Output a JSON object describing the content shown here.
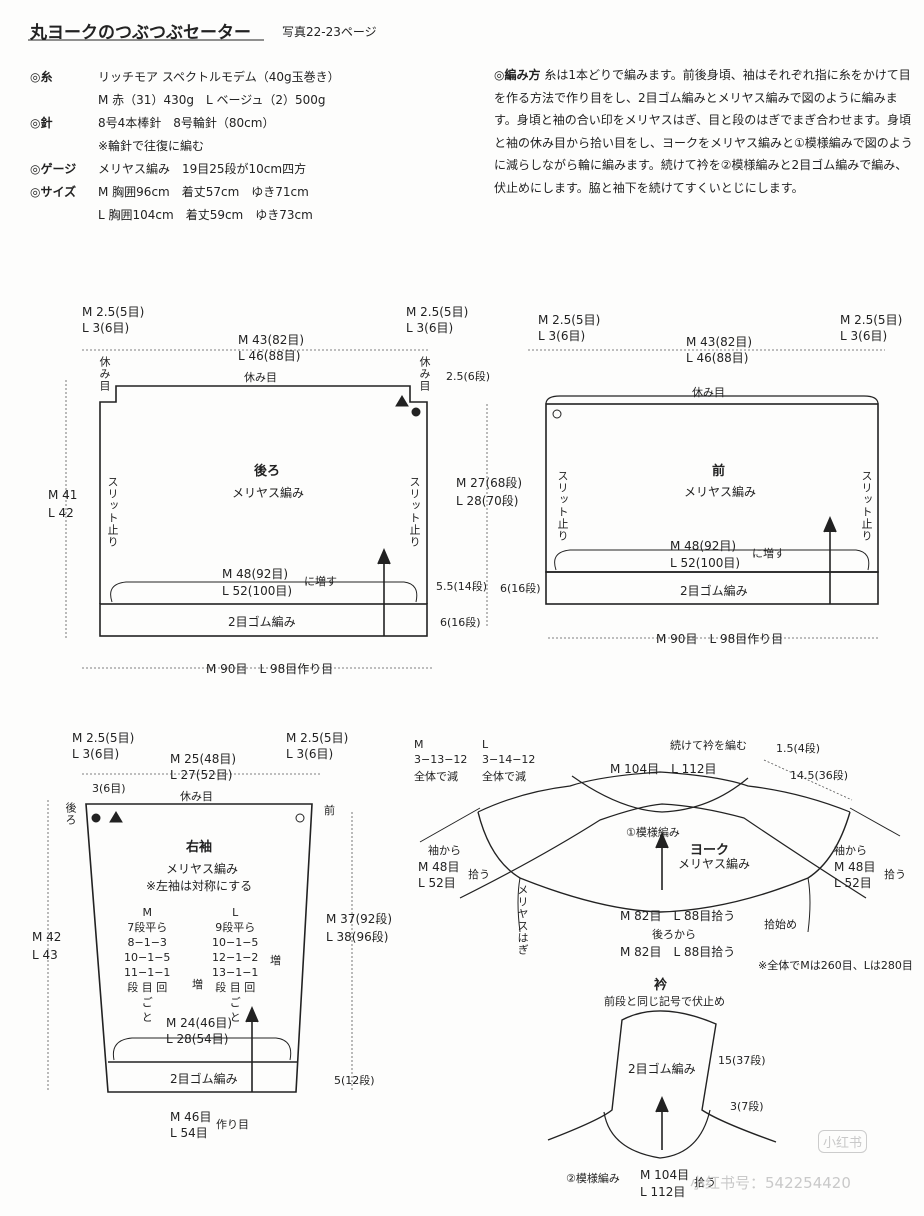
{
  "header": {
    "title": "丸ヨークのつぶつぶセーター",
    "page_ref": "写真22-23ページ"
  },
  "specs": [
    {
      "key": "◎糸",
      "lines": [
        "リッチモア スペクトルモデム（40g玉巻き）",
        "M 赤（31）430g　L ベージュ（2）500g"
      ]
    },
    {
      "key": "◎針",
      "lines": [
        "8号4本棒針　8号輪針（80cm）",
        "※輪針で往復に編む"
      ]
    },
    {
      "key": "◎ゲージ",
      "lines": [
        "メリヤス編み　19目25段が10cm四方"
      ]
    },
    {
      "key": "◎サイズ",
      "lines": [
        "M 胸囲96cm　着丈57cm　ゆき71cm",
        "L 胸囲104cm　着丈59cm　ゆき73cm"
      ]
    }
  ],
  "method": {
    "heading": "◎編み方",
    "text": "糸は1本どりで編みます。前後身頃、袖はそれぞれ指に糸をかけて目を作る方法で作り目をし、2目ゴム編みとメリヤス編みで図のように編みます。身頃と袖の合い印をメリヤスはぎ、目と段のはぎでまぎ合わせます。身頃と袖の休み目から拾い目をし、ヨークをメリヤス編みと①模様編みで図のように減らしながら輪に編みます。続けて衿を②模様編みと2目ゴム編みで編み、伏止めにします。脇と袖下を続けてすくいとじにします。"
  },
  "back": {
    "title": "後ろ",
    "stitch": "メリヤス編み",
    "tl_m": "M 2.5(5目)",
    "tl_l": "L  3(6目)",
    "tr_m": "M 2.5(5目)",
    "tr_l": "L  3(6目)",
    "w_m": "M 43(82目)",
    "w_l": "L  46(88目)",
    "rest_left": "休み目",
    "rest_top": "休み目",
    "rest_right": "休み目",
    "h_m": "M 41",
    "h_l": "L  42",
    "slit_l": "スリット止り",
    "slit_r": "スリット止り",
    "inc_m": "M 48(92目)",
    "inc_l": "L  52(100目)",
    "inc_word": "に増す",
    "rib": "2目ゴム編み",
    "bot": "M 90目　L 98目作り目",
    "r1": "2.5(6段)",
    "r2_m": "M 27(68段)",
    "r2_l": "L  28(70段)",
    "r3": "5.5(14段)",
    "r4": "6(16段)"
  },
  "front": {
    "title": "前",
    "stitch": "メリヤス編み",
    "tl_m": "M 2.5(5目)",
    "tl_l": "L  3(6目)",
    "tr_m": "M 2.5(5目)",
    "tr_l": "L  3(6目)",
    "w_m": "M 43(82目)",
    "w_l": "L  46(88目)",
    "rest_top": "休み目",
    "slit_l": "スリット止り",
    "slit_r": "スリット止り",
    "inc_m": "M 48(92目)",
    "inc_l": "L  52(100目)",
    "inc_word": "に増す",
    "rib": "2目ゴム編み",
    "side": "6(16段)",
    "bot": "M 90目　L 98目作り目"
  },
  "sleeve": {
    "title": "右袖",
    "stitch": "メリヤス編み",
    "note": "※左袖は対称にする",
    "tl_m": "M 2.5(5目)",
    "tl_l": "L  3(6目)",
    "tr_m": "M 2.5(5目)",
    "tr_l": "L  3(6目)",
    "w_m": "M 25(48目)",
    "w_l": "L  27(52目)",
    "small": "3(6目)",
    "rest_top": "休み目",
    "back_label": "後ろ",
    "front_label": "前",
    "h_m": "M 42",
    "h_l": "L  43",
    "rh_m": "M 37(92段)",
    "rh_l": "L  38(96段)",
    "rib_h": "5(12段)",
    "col_m": [
      "M",
      "7段平ら",
      "8−1−3",
      "10−1−5",
      "11−1−1",
      "段 目 回",
      "ご",
      "と"
    ],
    "col_l": [
      "L",
      "9段平ら",
      "10−1−5",
      "12−1−2",
      "13−1−1",
      "段 目 回",
      "ご",
      "と"
    ],
    "zou": "増",
    "w2_m": "M 24(46目)",
    "w2_l": "L  28(54目)",
    "rib": "2目ゴム編み",
    "bot_m": "M 46目",
    "bot_l": "L  54目",
    "bot_word": "作り目"
  },
  "yoke": {
    "m_top": "M",
    "m_seq": "3−13−12",
    "m_all": "全体で減",
    "l_top": "L",
    "l_seq": "3−14−12",
    "l_all": "全体で減",
    "collar_cont": "続けて衿を編む",
    "r1": "1.5(4段)",
    "r2": "14.5(36段)",
    "neck": "M 104目　L 112目",
    "pat1": "①模様編み",
    "title": "ヨーク",
    "stitch": "メリヤス編み",
    "sl_from": "袖から",
    "sl_m": "M 48目",
    "sl_l": "L  52目",
    "pick": "拾う",
    "sr_from": "袖から",
    "sr_m": "M 48目",
    "sr_l": "L  52目",
    "pick_r": "拾う",
    "seam": "メリヤスはぎ",
    "front_pick": "M 82目　L 88目拾う",
    "back_from": "後ろから",
    "back_pick": "M 82目　L 88目拾う",
    "start": "拾始め",
    "total": "※全体でMは260目、Lは280目"
  },
  "collar": {
    "title": "衿",
    "cast_off": "前段と同じ記号で伏止め",
    "rib": "2目ゴム編み",
    "r1": "15(37段)",
    "r2": "3(7段)",
    "pat2": "②模様編み",
    "m": "M 104目",
    "l": "L  112目",
    "pick": "拾う"
  },
  "watermark": {
    "badge": "小红书",
    "id": "小红书号：542254420"
  }
}
